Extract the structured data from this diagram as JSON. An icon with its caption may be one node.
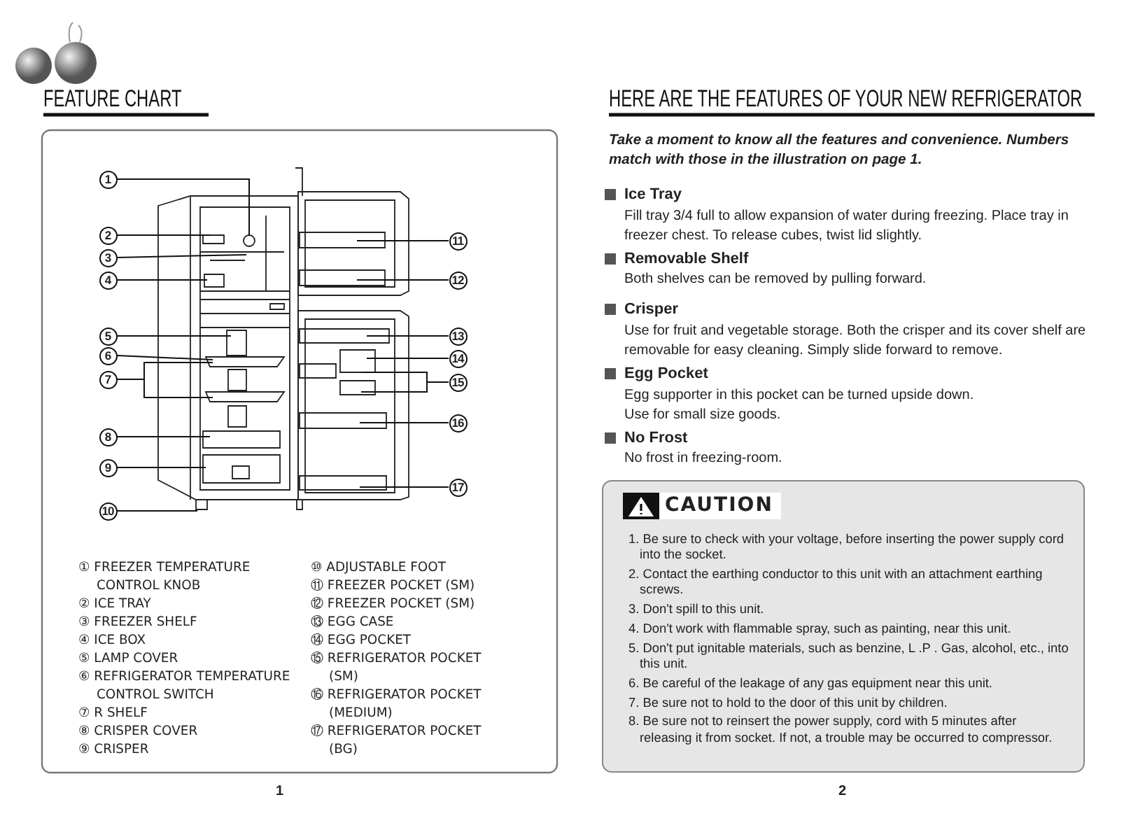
{
  "diagram": {
    "nodes": [
      {
        "text": [
          "1"
        ]
      },
      {
        "text": [
          "2"
        ]
      },
      {
        "text": [
          "3"
        ]
      },
      {
        "text": [
          "4"
        ]
      },
      {
        "text": [
          "5"
        ]
      },
      {
        "text": [
          "6"
        ]
      },
      {
        "text": [
          "7"
        ]
      },
      {
        "text": [
          "8"
        ]
      },
      {
        "text": [
          "9"
        ]
      },
      {
        "text": [
          "10"
        ]
      },
      {
        "text": [
          "11"
        ]
      },
      {
        "text": [
          "12"
        ]
      },
      {
        "text": [
          "13"
        ]
      },
      {
        "text": [
          "14"
        ]
      },
      {
        "text": [
          "15"
        ]
      },
      {
        "text": [
          "16"
        ]
      },
      {
        "text": [
          "17"
        ]
      },
      {
        "text": [
          "CAUTION",
          "1. Be sure to check with your voltage, before inserting the power supply cord into the socket.",
          "2. Contact the earthing conductor to this unit with an attachment earthing screws.",
          "3. Don't spill to this unit.",
          "4. Don't work with flammable spray, such as painting, near this unit.",
          "5. Don't put ignitable materials, such as benzine, L .P . Gas, alcohol, etc., into this unit.",
          "6. Be careful of the leakage of any gas equipment near this unit.",
          "7. Be sure not to hold to the door of this unit by children.",
          "8. Be sure not to reinsert the power supply, cord with 5 minutes after releasing it from socket. If not, a trouble may be occurred to compressor."
        ]
      },
      {
        "text": [],
        "shape": "picture"
      }
    ],
    "edges": [
      {
        "from": 0,
        "to": 18,
        "arrow": "none"
      },
      {
        "from": 1,
        "to": 18,
        "arrow": "none"
      },
      {
        "from": 2,
        "to": 18,
        "arrow": "none"
      },
      {
        "from": 3,
        "to": 18,
        "arrow": "none"
      },
      {
        "from": 4,
        "to": 18,
        "arrow": "none"
      },
      {
        "from": 5,
        "to": 18,
        "arrow": "none"
      },
      {
        "from": 6,
        "to": 18,
        "arrow": "none"
      },
      {
        "from": 6,
        "to": 18,
        "arrow": "none"
      },
      {
        "from": 7,
        "to": 18,
        "arrow": "none"
      },
      {
        "from": 8,
        "to": 18,
        "arrow": "none"
      },
      {
        "from": 9,
        "to": 18,
        "arrow": "none"
      },
      {
        "from": 10,
        "to": 18,
        "arrow": "none"
      },
      {
        "from": 11,
        "to": 18,
        "arrow": "none"
      },
      {
        "from": 12,
        "to": 18,
        "arrow": "none"
      },
      {
        "from": 13,
        "to": 18,
        "arrow": "none"
      },
      {
        "from": 14,
        "to": 18,
        "arrow": "none"
      },
      {
        "from": 14,
        "to": 18,
        "arrow": "none"
      },
      {
        "from": 15,
        "to": 18,
        "arrow": "none"
      },
      {
        "from": 16,
        "to": 18,
        "arrow": "none"
      }
    ],
    "labels": [
      "FEATURE CHART",
      "① FREEZER TEMPERATURE CONTROL KNOB",
      "② ICE TRAY",
      "③ FREEZER SHELF",
      "④ ICE BOX",
      "⑤ LAMP COVER",
      "⑥ REFRIGERATOR TEMPERATURE CONTROL SWITCH",
      "⑦ R SHELF",
      "⑧ CRISPER COVER",
      "⑨ CRISPER",
      "⑩ ADJUSTABLE FOOT",
      "⑪ FREEZER POCKET (SM)",
      "⑫ FREEZER POCKET (SM)",
      "⑬ EGG CASE",
      "⑭ EGG POCKET",
      "⑮ REFRIGERATOR POCKET (SM)",
      "⑯ REFRIGERATOR POCKET (MEDIUM)",
      "⑰ REFRIGERATOR POCKET (BG)",
      "1",
      "HERE ARE THE FEATURES OF YOUR NEW REFRIGERATOR",
      "Take a moment to know all the features and convenience. Numbers match with those in the illustration on page 1.",
      "Ice Tray",
      "Fill tray 3/4 full to allow expansion of water during freezing. Place tray in freezer chest. To release cubes, twist lid slightly.",
      "Removable Shelf",
      "Both shelves can be removed by pulling forward.",
      "Crisper",
      "Use for fruit and vegetable storage. Both the crisper and its cover shelf are removable for easy cleaning. Simply slide forward to remove.",
      "Egg Pocket",
      "Egg supporter in this pocket can be turned upside down.",
      "Use for small size goods.",
      "No Frost",
      "No frost in freezing-room.",
      "2"
    ]
  }
}
